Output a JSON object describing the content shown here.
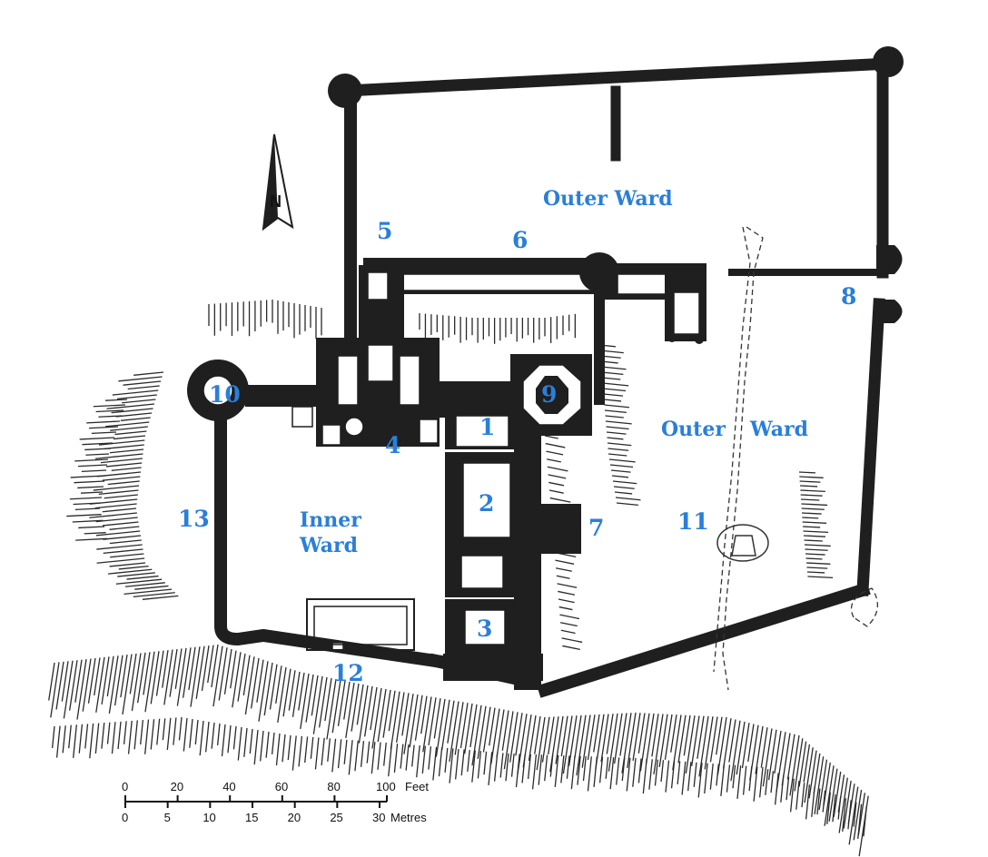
{
  "labels": {
    "n1": "1",
    "n2": "2",
    "n3": "3",
    "n4": "4",
    "n5": "5",
    "n6": "6",
    "n7": "7",
    "n8": "8",
    "n9": "9",
    "n10": "10",
    "n11": "11",
    "n12": "12",
    "n13": "13",
    "outer_ward_top": "Outer Ward",
    "outer_ward_right_a": "Outer",
    "outer_ward_right_b": "Ward",
    "inner_ward_a": "Inner",
    "inner_ward_b": "Ward"
  },
  "north_arrow": {
    "letter": "N"
  },
  "scale": {
    "feet_ticks": [
      "0",
      "20",
      "40",
      "60",
      "80",
      "100"
    ],
    "feet_unit": "Feet",
    "metre_ticks": [
      "0",
      "5",
      "10",
      "15",
      "20",
      "25",
      "30"
    ],
    "metre_unit": "Metres"
  },
  "colors": {
    "label": "#2a7fd8",
    "wall": "#1f1f1f"
  }
}
